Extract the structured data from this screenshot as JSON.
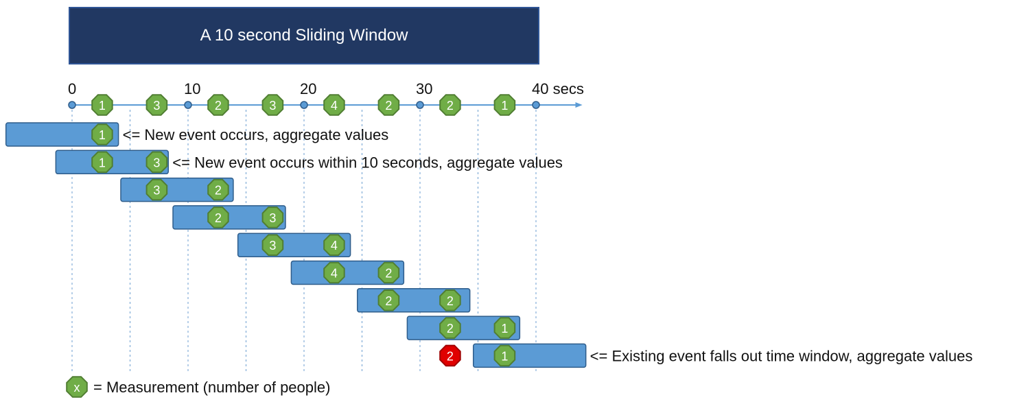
{
  "title": "A 10 second Sliding Window",
  "colors": {
    "title_bg": "#213862",
    "window_fill": "#5b9bd5",
    "window_stroke": "#2e5c8a",
    "badge_green": "#70ad47",
    "badge_green_stroke": "#507e32",
    "badge_red": "#e00000",
    "axis": "#5b9bd5",
    "dashed_line": "#6b9ed0"
  },
  "axis": {
    "tick_labels": [
      "0",
      "10",
      "20",
      "30",
      "40 secs"
    ],
    "tick_values": [
      0,
      10,
      20,
      30,
      40
    ]
  },
  "events": [
    {
      "t": 2.6,
      "value": "1"
    },
    {
      "t": 7.3,
      "value": "3"
    },
    {
      "t": 12.6,
      "value": "2"
    },
    {
      "t": 17.3,
      "value": "3"
    },
    {
      "t": 22.6,
      "value": "4"
    },
    {
      "t": 27.3,
      "value": "2"
    },
    {
      "t": 32.6,
      "value": "2"
    },
    {
      "t": 37.3,
      "value": "1"
    }
  ],
  "gridlines": [
    0,
    5,
    10,
    15,
    20,
    25,
    30,
    35,
    40
  ],
  "windows": [
    {
      "start": -5.7,
      "end": 4.0,
      "badges": [
        {
          "t": 2.6,
          "value": "1"
        }
      ],
      "note": "<= New event occurs, aggregate values"
    },
    {
      "start": -1.4,
      "end": 8.3,
      "badges": [
        {
          "t": 2.6,
          "value": "1"
        },
        {
          "t": 7.3,
          "value": "3"
        }
      ],
      "note": "<= New event occurs within 10 seconds, aggregate values"
    },
    {
      "start": 4.2,
      "end": 13.9,
      "badges": [
        {
          "t": 7.3,
          "value": "3"
        },
        {
          "t": 12.6,
          "value": "2"
        }
      ],
      "note": ""
    },
    {
      "start": 8.7,
      "end": 18.4,
      "badges": [
        {
          "t": 12.6,
          "value": "2"
        },
        {
          "t": 17.3,
          "value": "3"
        }
      ],
      "note": ""
    },
    {
      "start": 14.3,
      "end": 24.0,
      "badges": [
        {
          "t": 17.3,
          "value": "3"
        },
        {
          "t": 22.6,
          "value": "4"
        }
      ],
      "note": ""
    },
    {
      "start": 18.9,
      "end": 28.6,
      "badges": [
        {
          "t": 22.6,
          "value": "4"
        },
        {
          "t": 27.3,
          "value": "2"
        }
      ],
      "note": ""
    },
    {
      "start": 24.6,
      "end": 34.3,
      "badges": [
        {
          "t": 27.3,
          "value": "2"
        },
        {
          "t": 32.6,
          "value": "2"
        }
      ],
      "note": ""
    },
    {
      "start": 28.9,
      "end": 38.6,
      "badges": [
        {
          "t": 32.6,
          "value": "2"
        },
        {
          "t": 37.3,
          "value": "1"
        }
      ],
      "note": ""
    },
    {
      "start": 34.6,
      "end": 44.3,
      "badges": [
        {
          "t": 37.3,
          "value": "1"
        }
      ],
      "note": "<= Existing event falls out time window, aggregate values",
      "expired": {
        "t": 32.6,
        "value": "2"
      }
    }
  ],
  "legend": {
    "symbol": "x",
    "text": "= Measurement (number of people)"
  }
}
